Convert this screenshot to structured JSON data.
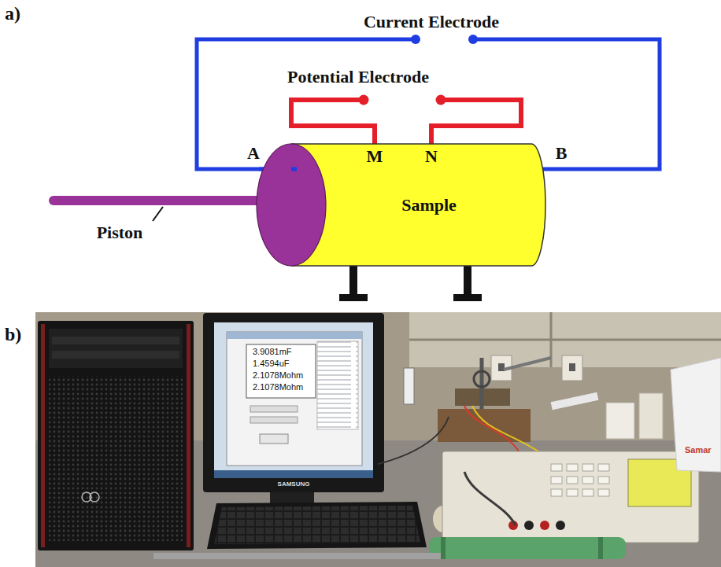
{
  "diagram": {
    "nodes": [
      {
        "text": [
          "Sample"
        ]
      }
    ],
    "labels": [
      "a)",
      "Current Electrode",
      "Potential Electrode",
      "A",
      "M",
      "N",
      "B",
      "Piston",
      "b)",
      "3.9081mF",
      "1.4594uF",
      "2.1078Mohm",
      "2.1078Mohm",
      "SAMSUNG",
      "Samar"
    ]
  }
}
